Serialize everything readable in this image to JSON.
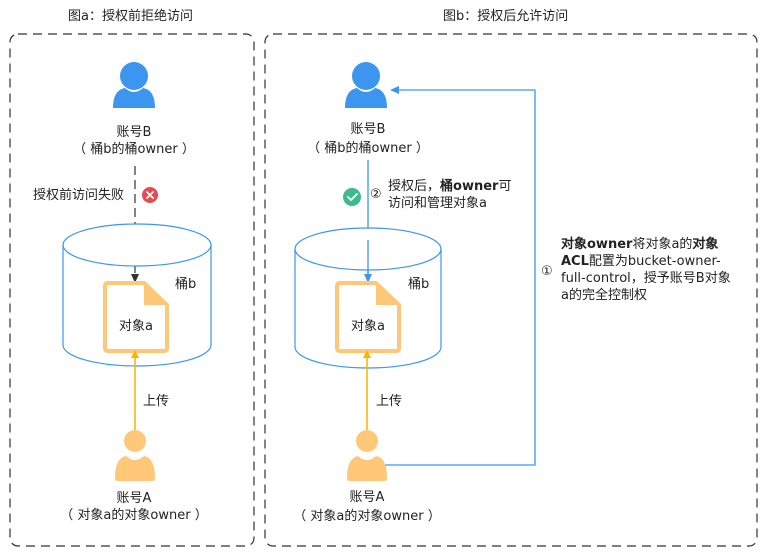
{
  "colors": {
    "blue": "#3c96f0",
    "orange": "#ffc878",
    "upload_line": "#f5b400",
    "deny": "#e84a50",
    "allow": "#3dbb8c",
    "dash": "#333333"
  },
  "figure_a": {
    "title": "图a：授权前拒绝访问",
    "account_b": {
      "name": "账号B",
      "role": "（ 桶b的桶owner ）",
      "icon": "user-icon"
    },
    "deny_label": "授权前访问失败",
    "deny_icon": "close-circle-icon",
    "bucket_label": "桶b",
    "object_label": "对象a",
    "upload_label": "上传",
    "account_a": {
      "name": "账号A",
      "role": "（ 对象a的对象owner ）",
      "icon": "user-icon"
    }
  },
  "figure_b": {
    "title": "图b：授权后允许访问",
    "account_b": {
      "name": "账号B",
      "role": "（ 桶b的桶owner ）",
      "icon": "user-icon"
    },
    "allow_icon": "check-circle-icon",
    "step2": {
      "num": "②",
      "text_pre": "授权后，",
      "text_bold": "桶owner",
      "text_post": "可",
      "line2": "访问和管理对象a"
    },
    "bucket_label": "桶b",
    "object_label": "对象a",
    "upload_label": "上传",
    "account_a": {
      "name": "账号A",
      "role": "（ 对象a的对象owner ）",
      "icon": "user-icon"
    },
    "step1": {
      "num": "①",
      "bold1": "对象owner",
      "text1": "将对象a的",
      "bold2": "对象",
      "bold3": "ACL",
      "text2": "配置为bucket-owner-",
      "line3": "full-control，授予账号B对象",
      "line4": "a的完全控制权"
    }
  }
}
